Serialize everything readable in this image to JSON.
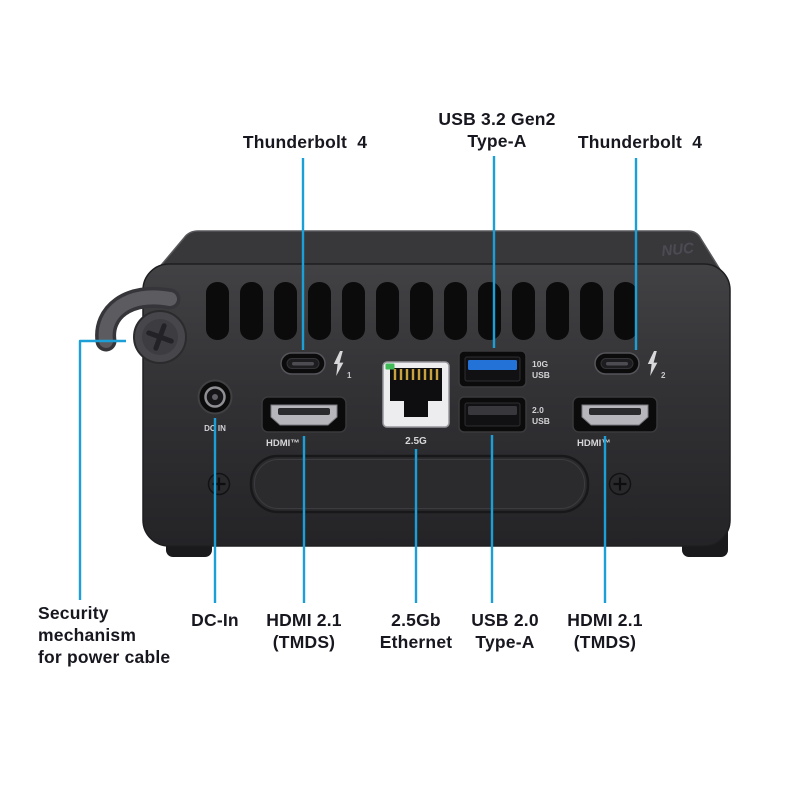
{
  "callouts": {
    "thunderbolt_left": "Thunderbolt  4",
    "usb32": "USB 3.2 Gen2\nType-A",
    "thunderbolt_right": "Thunderbolt  4",
    "security": "Security\nmechanism\nfor power cable",
    "dc_in": "DC-In",
    "hdmi_left": "HDMI 2.1\n(TMDS)",
    "ethernet": "2.5Gb\nEthernet",
    "usb20": "USB 2.0\nType-A",
    "hdmi_right": "HDMI 2.1\n(TMDS)"
  },
  "device": {
    "logo": "NUC",
    "dc_in_label": "DC IN",
    "hdmi_left_label": "HDMI™",
    "hdmi_right_label": "HDMI™",
    "ethernet_label": "2.5G",
    "usb_top_label_line1": "10G",
    "usb_top_label_line2": "USB",
    "usb_bottom_label_line1": "2.0",
    "usb_bottom_label_line2": "USB",
    "thunderbolt_left_num": "1",
    "thunderbolt_right_num": "2"
  },
  "colors": {
    "callout_line": "#1b9fd6",
    "label_text": "#17171f",
    "usb3_blue": "#2272d8",
    "device_body": "#313134"
  }
}
